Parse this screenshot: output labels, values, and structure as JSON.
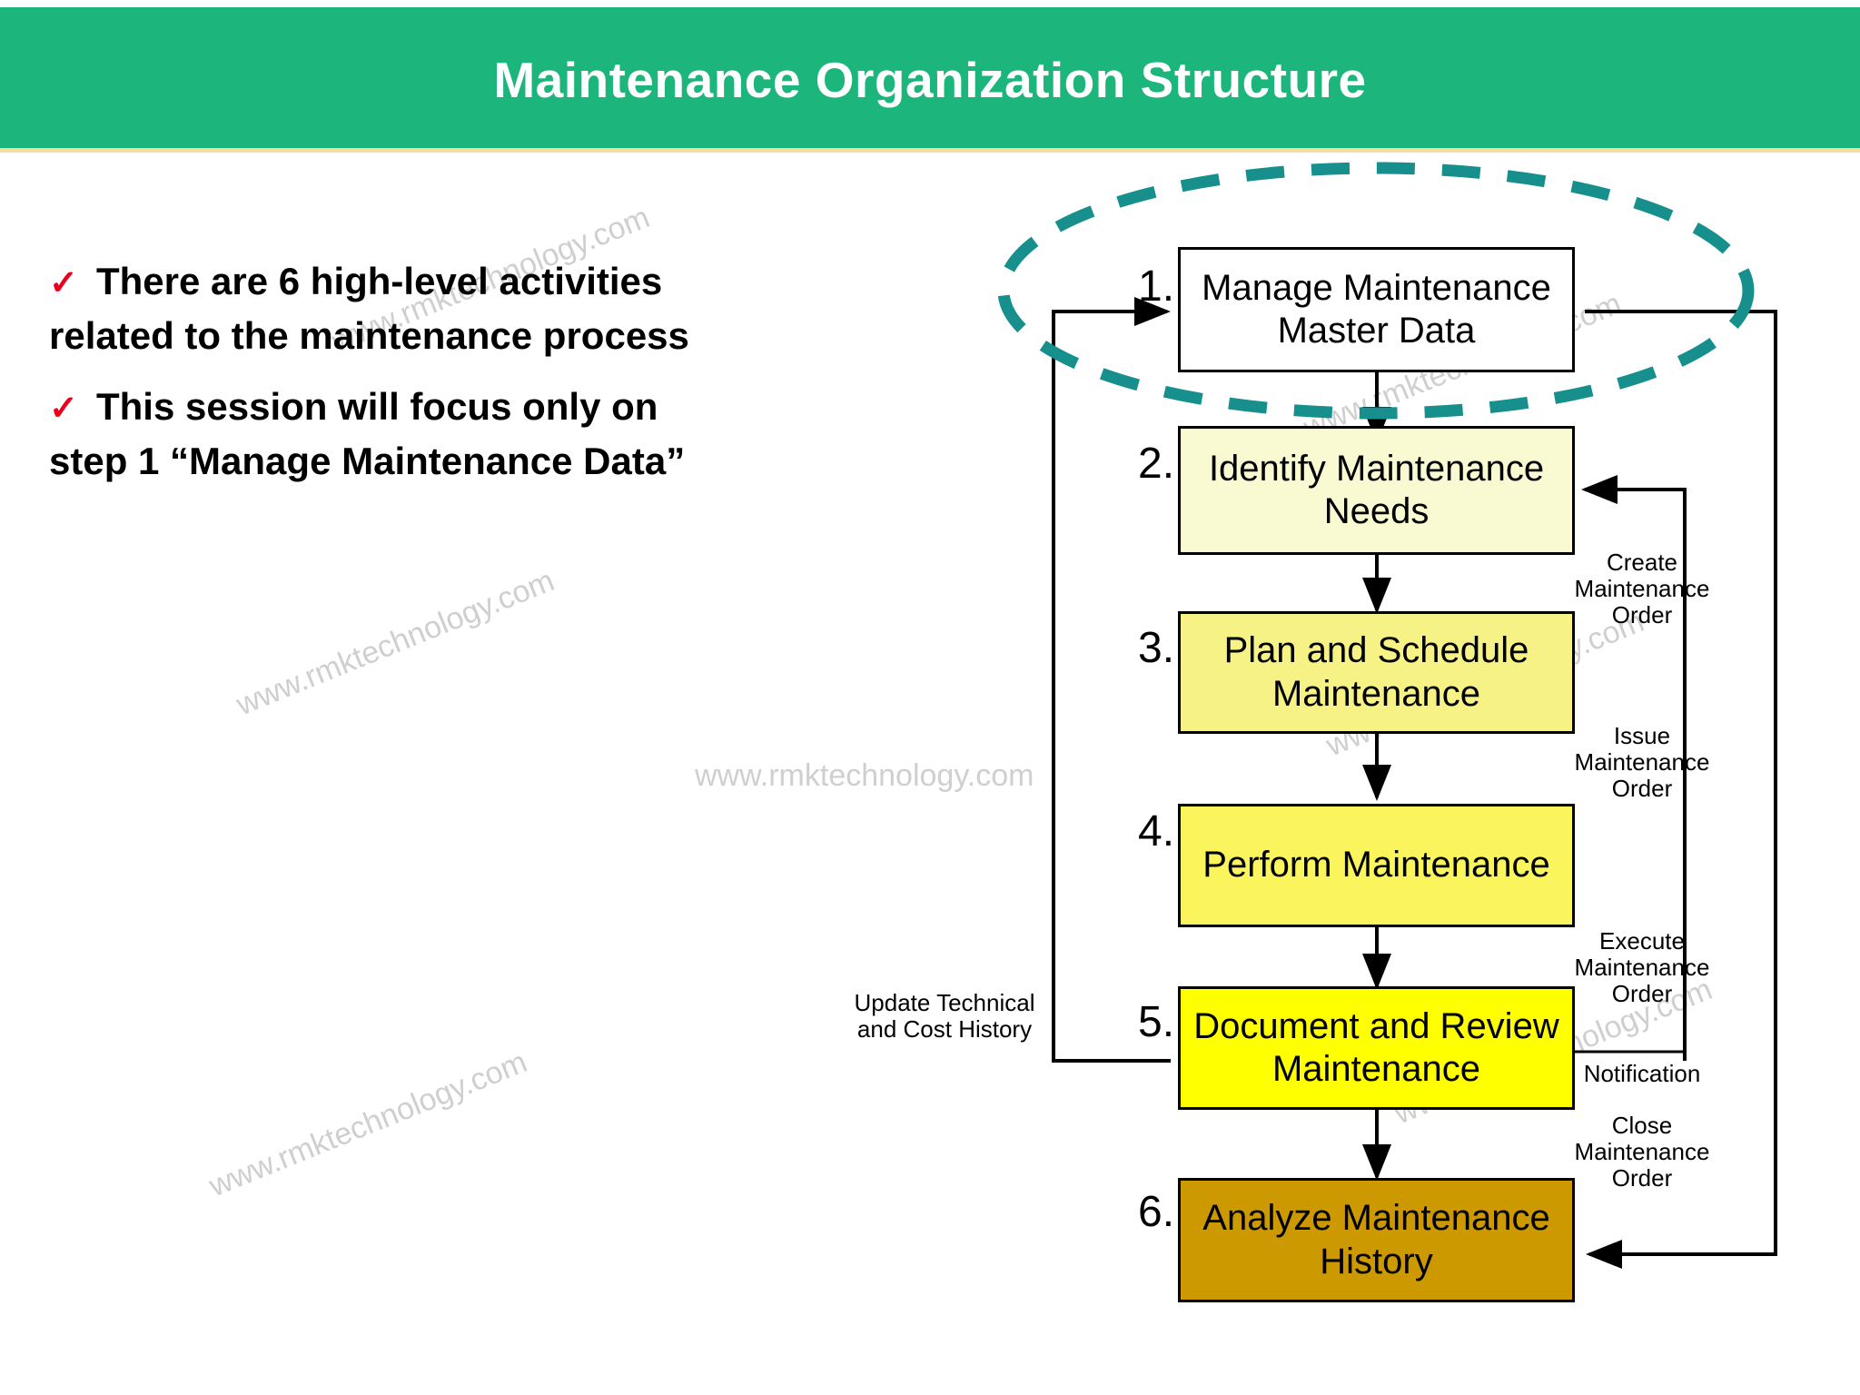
{
  "header": {
    "title": "Maintenance Organization Structure",
    "bg_color": "#1CB57B",
    "underline_color": "#F2DFA0",
    "text_color": "#FFFFFF"
  },
  "bullets": [
    {
      "icon": "check-mark",
      "icon_color": "#E8001C",
      "lines": [
        "There are 6 high-level activities",
        "related to the maintenance process"
      ]
    },
    {
      "icon": "check-mark",
      "icon_color": "#E8001C",
      "lines": [
        "This session will focus only on",
        "step 1 “Manage Maintenance Data”"
      ]
    }
  ],
  "chart_data": {
    "type": "diagram",
    "title": "Maintenance Organization Structure",
    "nodes": [
      {
        "number": "1.",
        "label_line1": "Manage Maintenance",
        "label_line2": "Master Data",
        "fill": "#FFFFFF"
      },
      {
        "number": "2.",
        "label_line1": "Identify Maintenance",
        "label_line2": "Needs",
        "fill": "#FAFAD2"
      },
      {
        "number": "3.",
        "label_line1": "Plan and Schedule",
        "label_line2": "Maintenance",
        "fill": "#F7F285"
      },
      {
        "number": "4.",
        "label_line1": "Perform Maintenance",
        "label_line2": "",
        "fill": "#FAF55C"
      },
      {
        "number": "5.",
        "label_line1": "Document and Review",
        "label_line2": "Maintenance",
        "fill": "#FFFF00"
      },
      {
        "number": "6.",
        "label_line1": "Analyze Maintenance",
        "label_line2": "History",
        "fill": "#CC9900"
      }
    ],
    "edge_labels": [
      {
        "id": "create-order",
        "lines": [
          "Create",
          "Maintenance",
          "Order"
        ]
      },
      {
        "id": "issue-order",
        "lines": [
          "Issue",
          "Maintenance",
          "Order"
        ]
      },
      {
        "id": "execute-order",
        "lines": [
          "Execute",
          "Maintenance",
          "Order"
        ]
      },
      {
        "id": "notification",
        "lines": [
          "Notification"
        ]
      },
      {
        "id": "close-order",
        "lines": [
          "Close",
          "Maintenance",
          "Order"
        ]
      },
      {
        "id": "update-history",
        "lines": [
          "Update Technical",
          "and Cost History"
        ]
      }
    ],
    "highlight": {
      "shape": "dashed-ellipse",
      "color": "#178F8C",
      "targets": [
        "1. Manage Maintenance Master Data"
      ]
    }
  },
  "watermarks": [
    "www.rmktechnology.com",
    "www.rmktechnology.com",
    "www.rmktechnology.com",
    "www.rmktechnology.com",
    "www.rmktechnology.com",
    "www.rmktechnology.com",
    "www.rmktechnology.com"
  ]
}
